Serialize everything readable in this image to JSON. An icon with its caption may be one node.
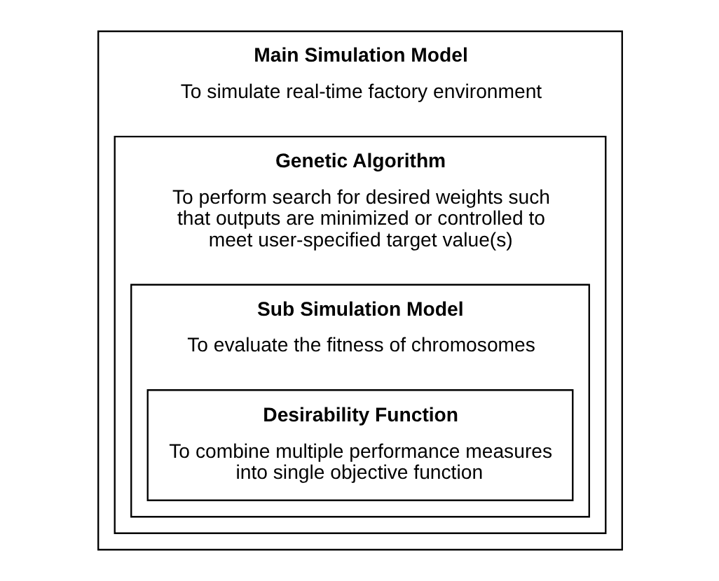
{
  "diagram": {
    "nodes": [
      {
        "text": [
          "Main Simulation Model",
          "To simulate real-time factory environment"
        ]
      },
      {
        "text": [
          "Genetic Algorithm",
          "To perform search for desired weights such that outputs are minimized or controlled to meet user-specified target value(s)"
        ],
        "in": 0
      },
      {
        "text": [
          "Sub Simulation Model",
          "To evaluate the fitness of chromosomes"
        ],
        "in": 1
      },
      {
        "text": [
          "Desirability Function",
          "To combine multiple performance measures into single objective function"
        ],
        "in": 2
      }
    ]
  }
}
